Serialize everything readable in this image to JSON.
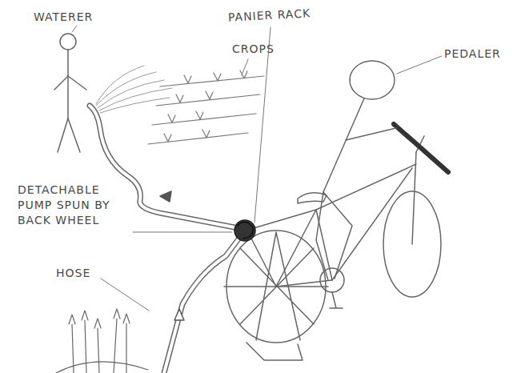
{
  "diagram": {
    "labels": [
      "WATERER",
      "PANIER RACK",
      "CROPS",
      "PEDALER",
      "DETACHABLE PUMP SPUN BY BACK WHEEL",
      "HOSE"
    ]
  }
}
